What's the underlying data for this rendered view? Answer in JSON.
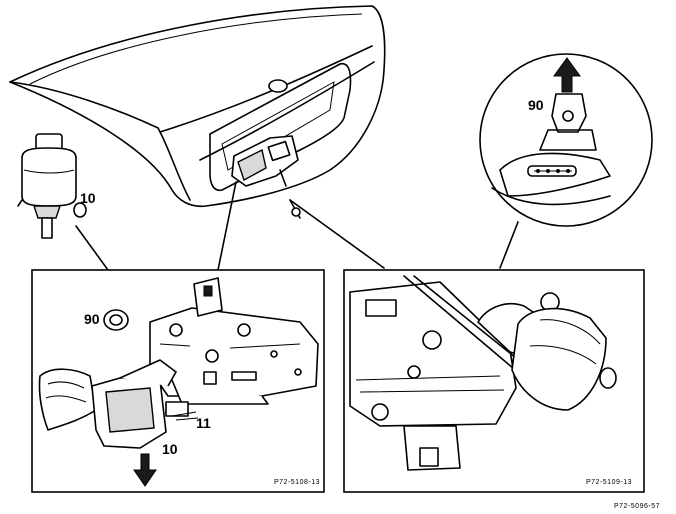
{
  "callouts": {
    "main_part_10": "10",
    "detail_top_90": "90",
    "left_panel_90": "90",
    "left_panel_10": "10",
    "left_panel_11": "11"
  },
  "figure_codes": {
    "left_panel": "P72-5108-13",
    "right_panel": "P72-5109-13",
    "whole_figure": "P72-5096-57"
  },
  "colors": {
    "ink": "#000000",
    "paper": "#ffffff"
  }
}
